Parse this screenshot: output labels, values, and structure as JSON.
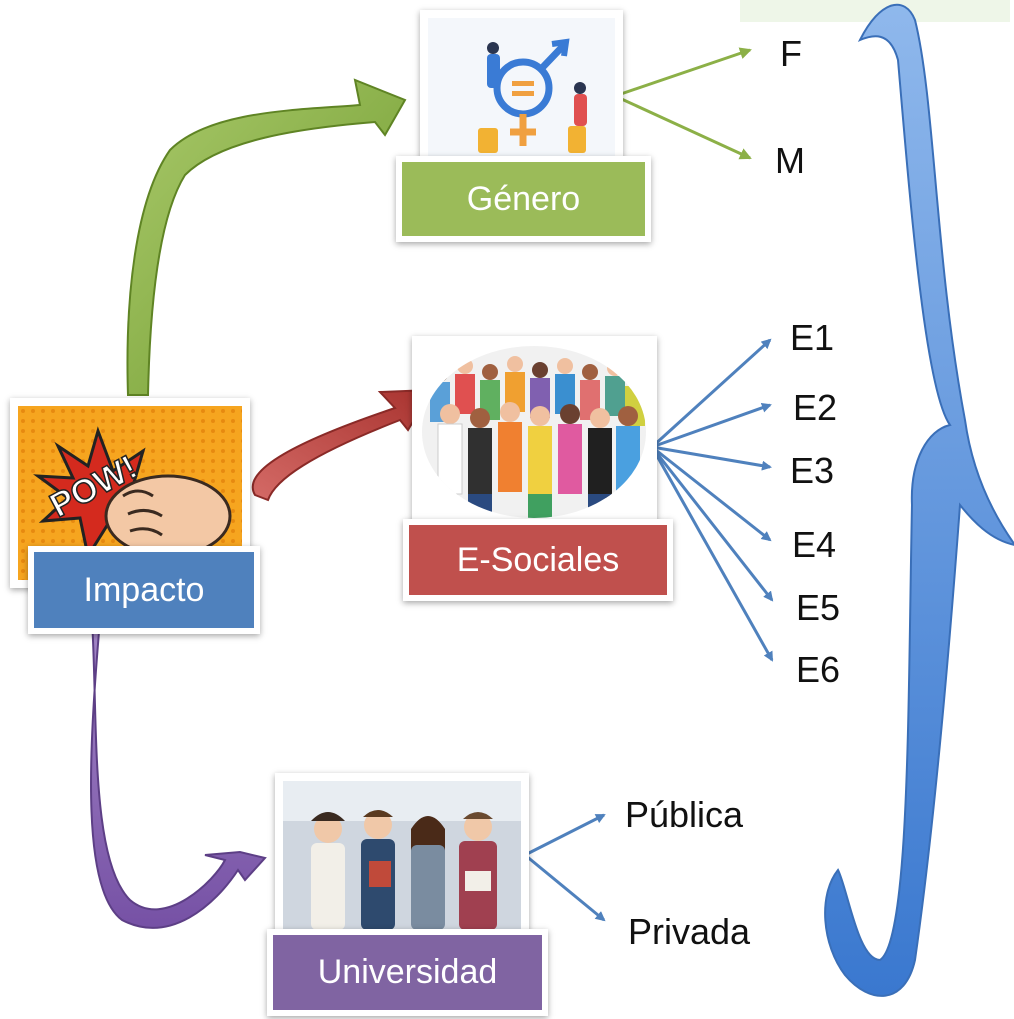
{
  "root": {
    "label": "Impacto",
    "color": "#4f81bd"
  },
  "branches": [
    {
      "id": "genero",
      "label": "Género",
      "color": "#9bbb59",
      "arrow_color": "#8cb047",
      "leaves": [
        "F",
        "M"
      ]
    },
    {
      "id": "e-sociales",
      "label": "E-Sociales",
      "color": "#c0504d",
      "arrow_color": "#b3403d",
      "leaves": [
        "E1",
        "E2",
        "E3",
        "E4",
        "E5",
        "E6"
      ]
    },
    {
      "id": "universidad",
      "label": "Universidad",
      "color": "#8064a2",
      "arrow_color": "#8a64b8",
      "leaves": [
        "Pública",
        "Privada"
      ]
    }
  ],
  "connector_color": "#4f81bd",
  "brace_color": "#5a8fd6",
  "images": {
    "root": "comic-fist-pow-icon",
    "genero": "gender-equality-icon",
    "e-sociales": "crowd-people-icon",
    "universidad": "students-photo-icon"
  }
}
